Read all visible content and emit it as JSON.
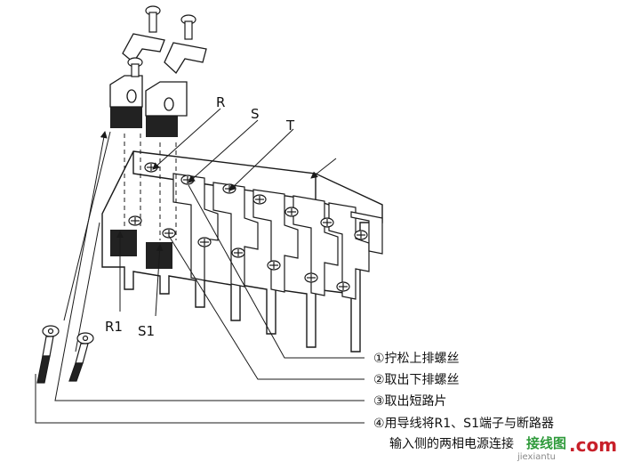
{
  "terminal_labels": {
    "r": "R",
    "s": "S",
    "t": "T",
    "r1": "R1",
    "s1": "S1"
  },
  "steps": [
    "①拧松上排螺丝",
    "②取出下排螺丝",
    "③取出短路片",
    "④用导线将R1、S1端子与断路器",
    "输入侧的两相电源连接"
  ],
  "watermark": {
    "brand_cn": "接线图",
    "site": "jiexiantu",
    "tld": ".com"
  },
  "colors": {
    "line": "#1a1a1a",
    "dark_block": "#222222",
    "brand_green": "#2e9a3a",
    "brand_red": "#c8202a"
  }
}
